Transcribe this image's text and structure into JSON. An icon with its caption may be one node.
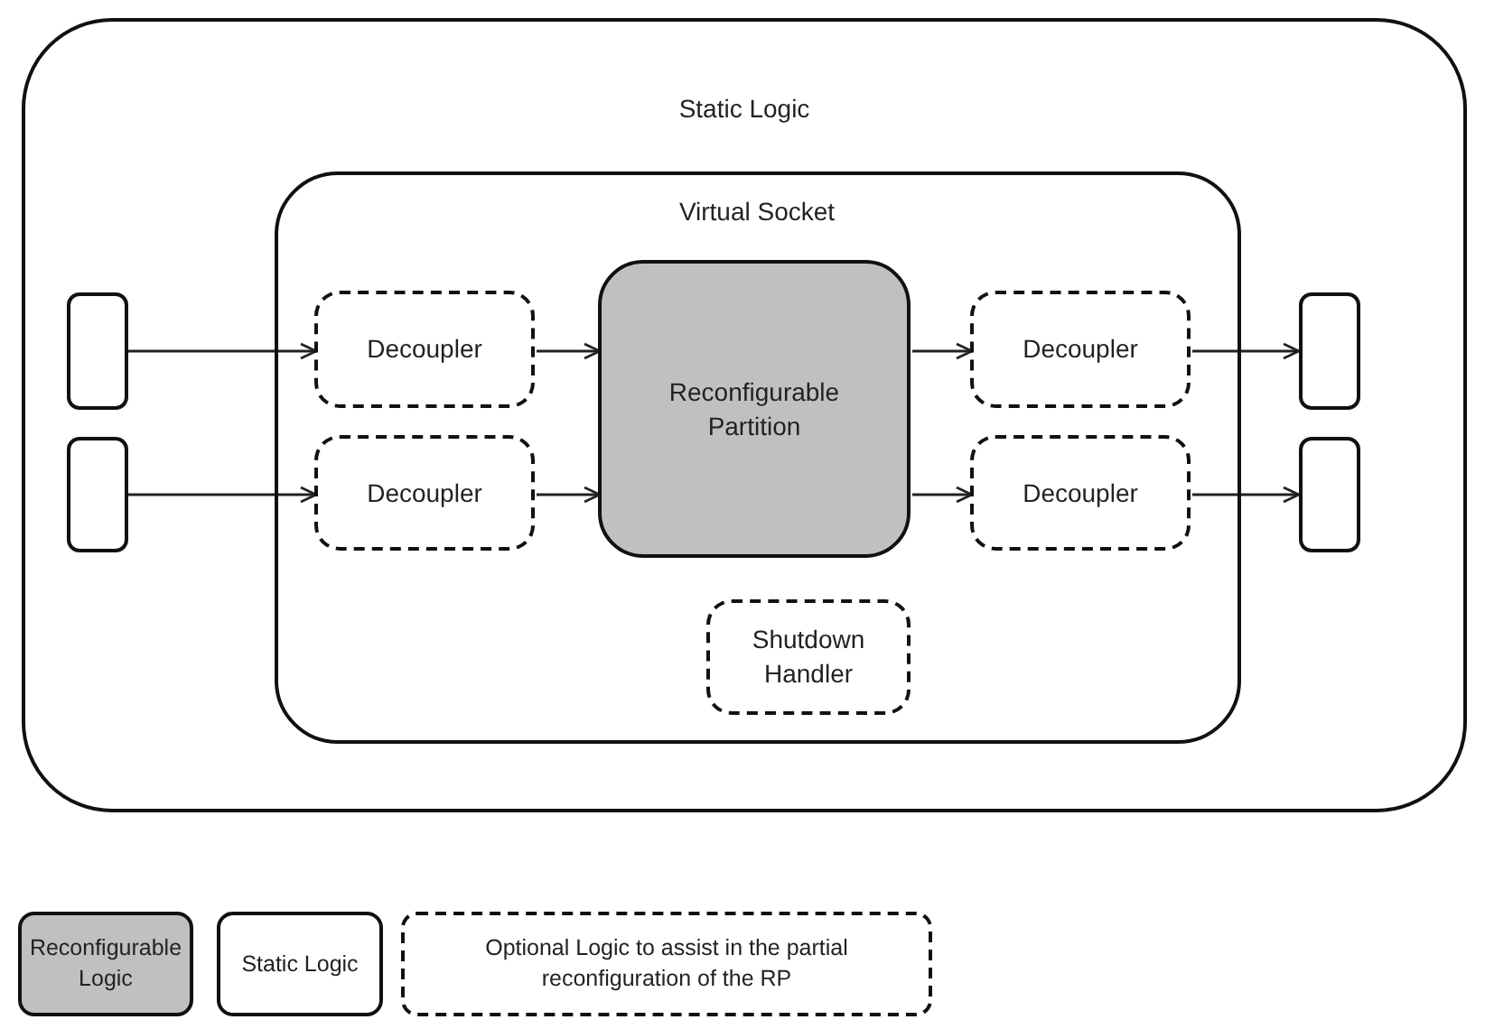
{
  "diagram": {
    "nodes": [
      {
        "text": [
          "Static Logic"
        ]
      },
      {
        "text": [
          "Virtual Socket"
        ],
        "in": 0
      },
      {
        "text": [],
        "shape": "box",
        "in": 0
      },
      {
        "text": [],
        "shape": "box",
        "in": 0
      },
      {
        "text": [
          "Decoupler"
        ],
        "in": 1
      },
      {
        "text": [
          "Decoupler"
        ],
        "in": 1
      },
      {
        "text": [
          "Reconfigurable Partition"
        ],
        "in": 1
      },
      {
        "text": [
          "Decoupler"
        ],
        "in": 1
      },
      {
        "text": [
          "Decoupler"
        ],
        "in": 1
      },
      {
        "text": [
          "Shutdown Handler"
        ],
        "in": 1
      },
      {
        "text": [],
        "shape": "box",
        "in": 0
      },
      {
        "text": [],
        "shape": "box",
        "in": 0
      }
    ],
    "edges": [
      {
        "from": 2,
        "to": 4,
        "arrow": "to"
      },
      {
        "from": 3,
        "to": 5,
        "arrow": "to"
      },
      {
        "from": 4,
        "to": 6,
        "arrow": "to"
      },
      {
        "from": 5,
        "to": 6,
        "arrow": "to"
      },
      {
        "from": 6,
        "to": 7,
        "arrow": "to"
      },
      {
        "from": 6,
        "to": 8,
        "arrow": "to"
      },
      {
        "from": 7,
        "to": 10,
        "arrow": "to"
      },
      {
        "from": 8,
        "to": 11,
        "arrow": "to"
      }
    ],
    "legend": [
      {
        "text": "Reconfigurable Logic",
        "color": "#c0c0c0"
      },
      {
        "text": "Static Logic",
        "color": "#ffffff"
      },
      {
        "text": "Optional Logic to assist in the partial reconfiguration of the RP"
      }
    ]
  }
}
